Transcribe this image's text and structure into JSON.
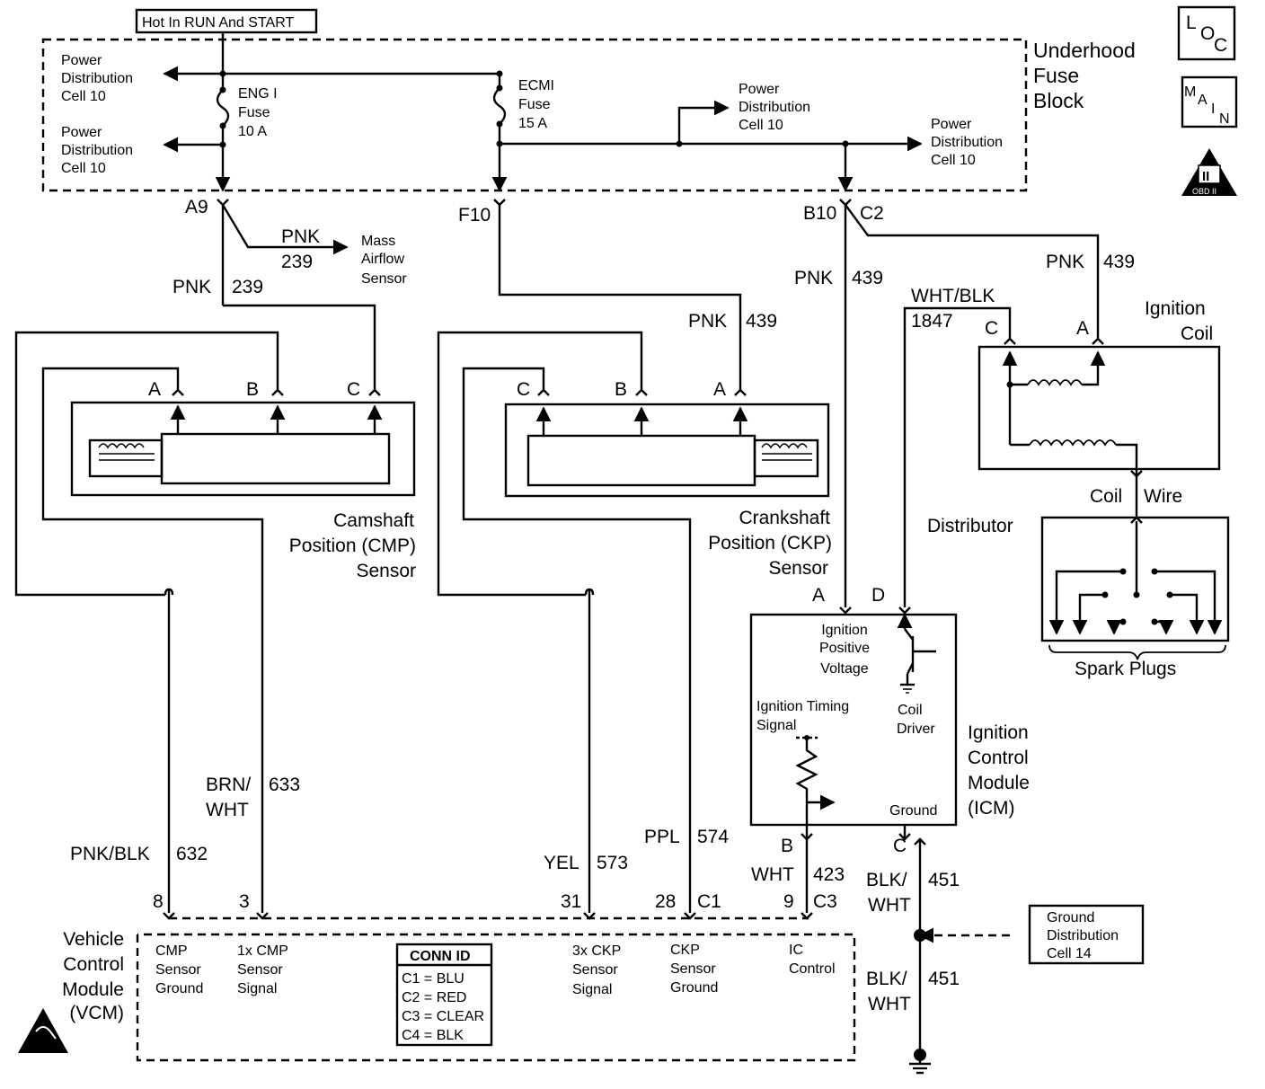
{
  "header": {
    "hot_label": "Hot In RUN And START",
    "underhood": [
      "Underhood",
      "Fuse",
      "Block"
    ],
    "loc_icon": [
      "L",
      "O",
      "C"
    ],
    "main_icon": [
      "M",
      "A",
      "I",
      "N"
    ],
    "obd_icon": [
      "II",
      "OBD II"
    ]
  },
  "fuse_block": {
    "power_dist": [
      "Power",
      "Distribution",
      "Cell 10"
    ],
    "fuse_eng": [
      "ENG I",
      "Fuse",
      "10 A"
    ],
    "fuse_ecmi": [
      "ECMI",
      "Fuse",
      "15 A"
    ]
  },
  "pins": {
    "a9": "A9",
    "f10": "F10",
    "b10": "B10",
    "c2": "C2",
    "a": "A",
    "b": "B",
    "c": "C",
    "d": "D",
    "p8": "8",
    "p3": "3",
    "p31": "31",
    "p28": "28",
    "c1": "C1",
    "p9": "9",
    "c3": "C3"
  },
  "wires": {
    "pnk": "PNK",
    "n239": "239",
    "n439": "439",
    "wht_blk": "WHT/BLK",
    "n1847": "1847",
    "brn": "BRN/",
    "wht_slash": "WHT",
    "n633": "633",
    "pnk_blk": "PNK/BLK",
    "n632": "632",
    "yel": "YEL",
    "n573": "573",
    "ppl": "PPL",
    "n574": "574",
    "wht": "WHT",
    "n423": "423",
    "blk": "BLK/",
    "n451": "451"
  },
  "components": {
    "maf": [
      "Mass",
      "Airflow",
      "Sensor"
    ],
    "cmp": [
      "Camshaft",
      "Position (CMP)",
      "Sensor"
    ],
    "ckp": [
      "Crankshaft",
      "Position (CKP)",
      "Sensor"
    ],
    "ign_coil": [
      "Ignition",
      "Coil"
    ],
    "coil_wire": [
      "Coil",
      "Wire"
    ],
    "distributor": "Distributor",
    "spark_plugs": "Spark Plugs",
    "icm_title": [
      "Ignition",
      "Control",
      "Module",
      "(ICM)"
    ],
    "icm_pos": [
      "Ignition",
      "Positive",
      "Voltage"
    ],
    "icm_timing": [
      "Ignition Timing",
      "Signal"
    ],
    "icm_driver": [
      "Coil",
      "Driver"
    ],
    "icm_ground": "Ground",
    "ground_dist": [
      "Ground",
      "Distribution",
      "Cell 14"
    ]
  },
  "vcm": {
    "title": [
      "Vehicle",
      "Control",
      "Module",
      "(VCM)"
    ],
    "cmp_ground": [
      "CMP",
      "Sensor",
      "Ground"
    ],
    "cmp_signal": [
      "1x CMP",
      "Sensor",
      "Signal"
    ],
    "ckp3x": [
      "3x CKP",
      "Sensor",
      "Signal"
    ],
    "ckp_ground": [
      "CKP",
      "Sensor",
      "Ground"
    ],
    "ic": [
      "IC",
      "Control"
    ],
    "conn_title": "CONN ID",
    "conn_items": [
      "C1 = BLU",
      "C2 = RED",
      "C3 = CLEAR",
      "C4 = BLK"
    ]
  }
}
